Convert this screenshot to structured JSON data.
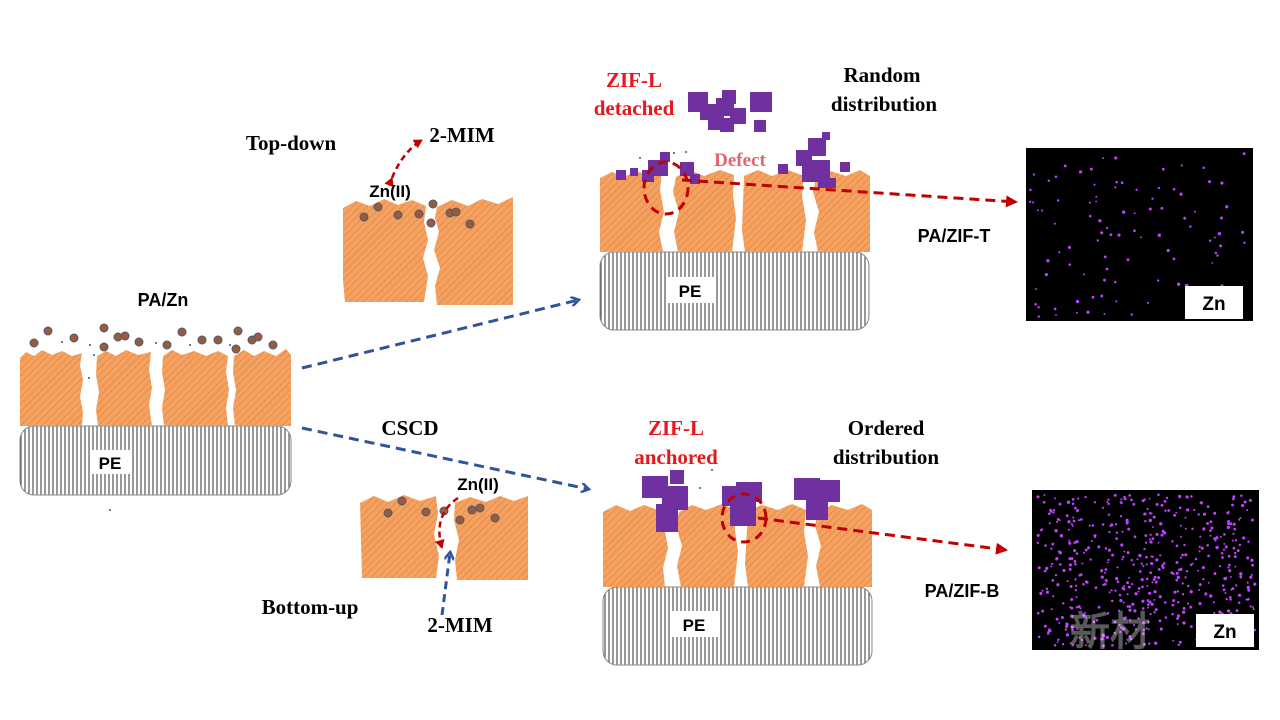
{
  "labels": {
    "top_down": "Top-down",
    "mim_top": "2-MIM",
    "zn_top": "Zn(II)",
    "pa_zn": "PA/Zn",
    "pe": "PE",
    "cscd": "CSCD",
    "zn_bottom": "Zn(II)",
    "bottom_up": "Bottom-up",
    "mim_bottom": "2-MIM",
    "zif_l_top": "ZIF-L",
    "detached": "detached",
    "random": "Random",
    "distribution_top": "distribution",
    "defect": "Defect",
    "pa_zif_t": "PA/ZIF-T",
    "zn_map_top": "Zn",
    "zif_l_bottom": "ZIF-L",
    "anchored": "anchored",
    "ordered": "Ordered",
    "distribution_bottom": "distribution",
    "pa_zif_b": "PA/ZIF-B",
    "zn_map_bottom": "Zn",
    "watermark": "新材"
  },
  "colors": {
    "polyamide": "#f4a262",
    "polyamide_hatch": "#e8843e",
    "zn_particle": "#9a5b3a",
    "zn_particle_outline": "#4a5a78",
    "zif": "#7030a0",
    "red_label": "#e8171c",
    "defect_label": "#e06670",
    "red_arrow": "#c00000",
    "blue_arrow": "#2f5597",
    "map_bg": "#000000",
    "map_dot": "#c040ff",
    "pe_stripe": "#555555"
  }
}
